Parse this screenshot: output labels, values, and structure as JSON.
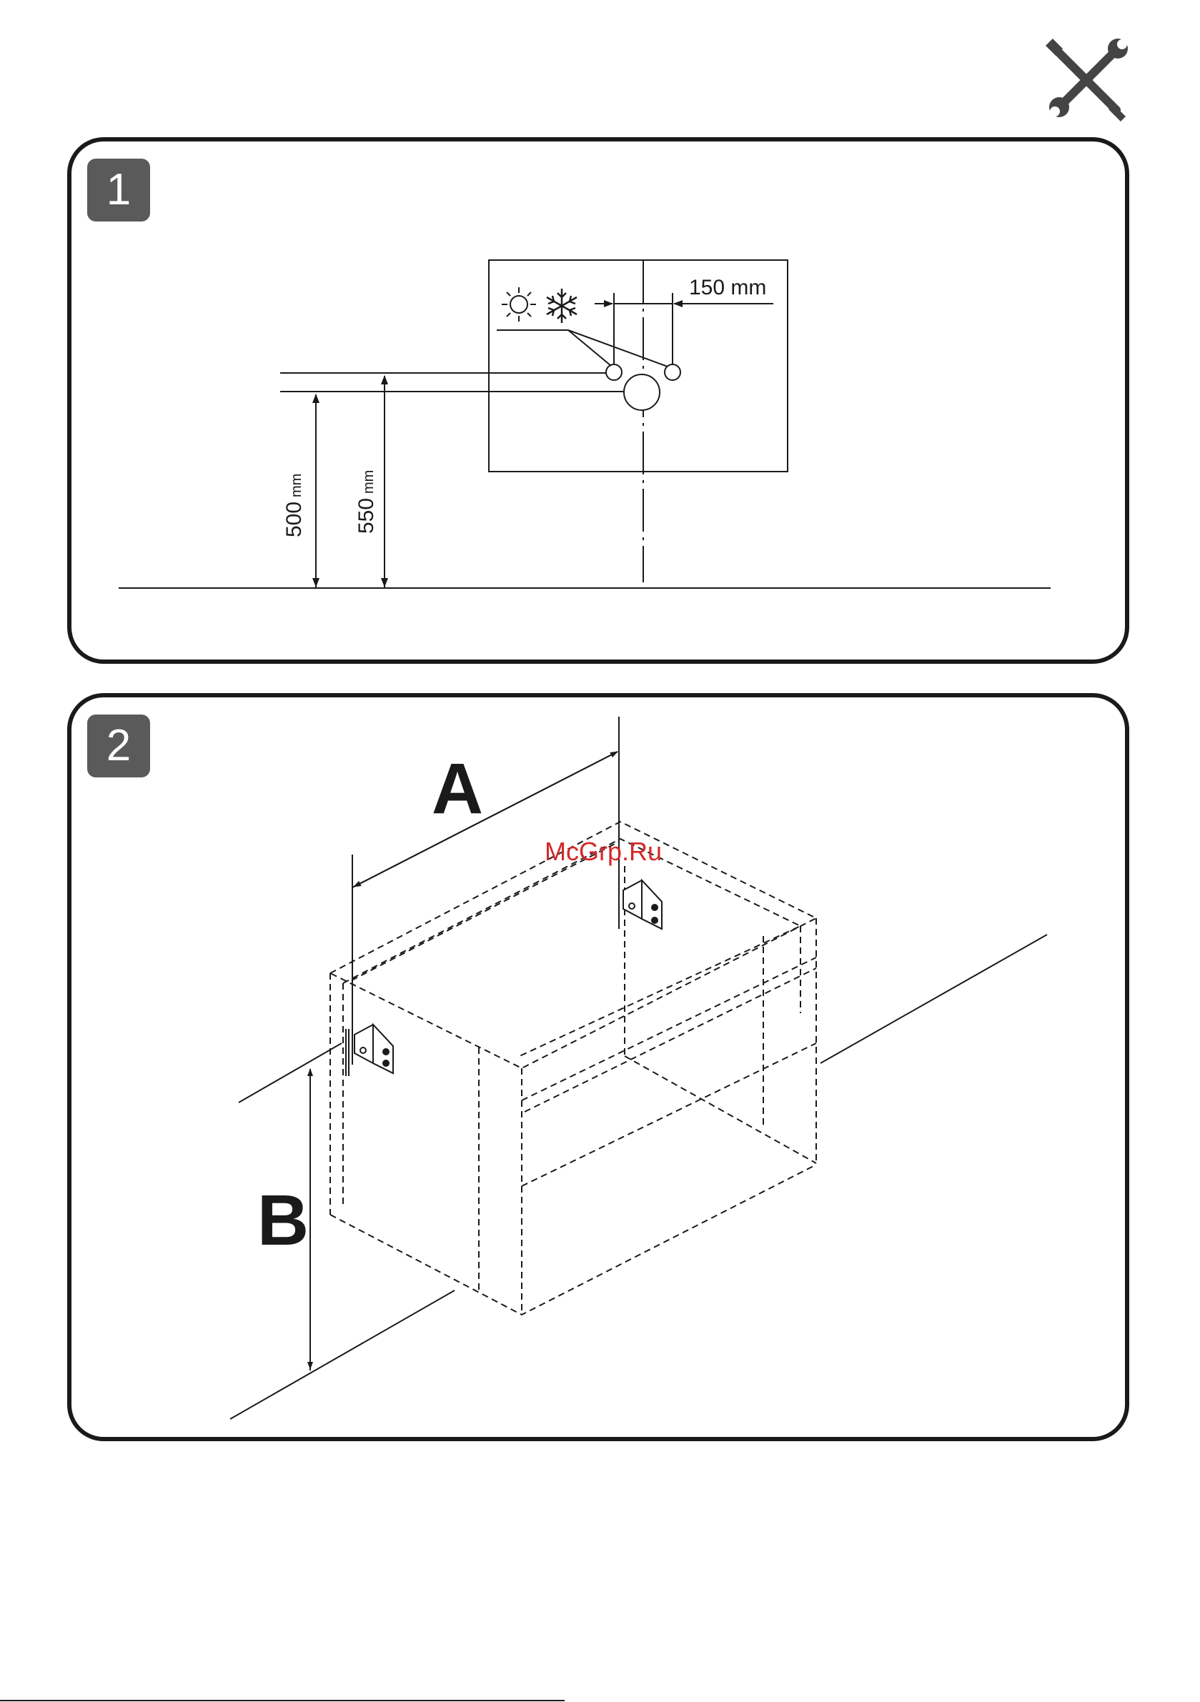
{
  "page": {
    "tool_icon": "wrench-screwdriver-icon",
    "watermark": "McGrp.Ru"
  },
  "panel1": {
    "step": "1",
    "dim_150": "150 mm",
    "dim_500": "500",
    "dim_500_unit": "mm",
    "dim_550": "550",
    "dim_550_unit": "mm",
    "icons": [
      "sun-icon",
      "snowflake-icon"
    ]
  },
  "panel2": {
    "step": "2",
    "label_a": "A",
    "label_b": "B"
  },
  "colors": {
    "badge": "#5a5a5a",
    "stroke": "#1a1a1a",
    "watermark": "#d62828"
  }
}
